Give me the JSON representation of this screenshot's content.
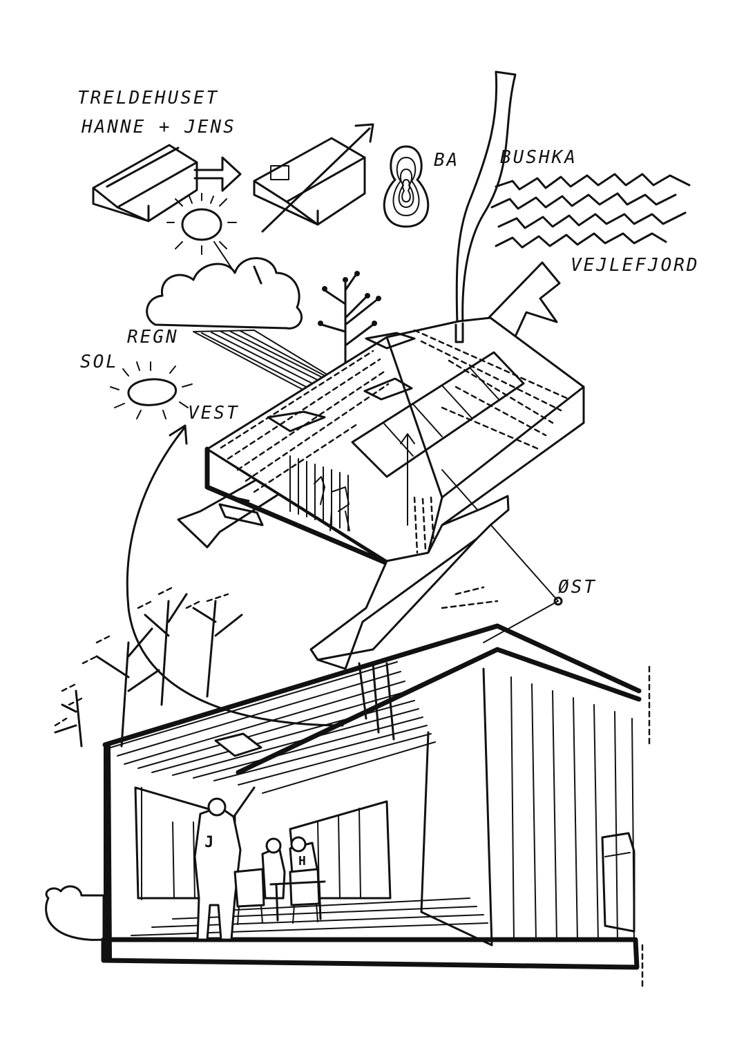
{
  "labels": {
    "title_line1": "TRELDEHUSET",
    "title_line2": "HANNE + JENS",
    "ba": "BA",
    "bushka": "BUSHKA",
    "vejlefjord": "VEJLEFJORD",
    "regn": "REGN",
    "sol": "SOL",
    "vest": "VEST",
    "ost": "ØST",
    "figure_j": "J",
    "figure_h": "H"
  },
  "colors": {
    "ink": "#111111",
    "paper": "#ffffff"
  }
}
